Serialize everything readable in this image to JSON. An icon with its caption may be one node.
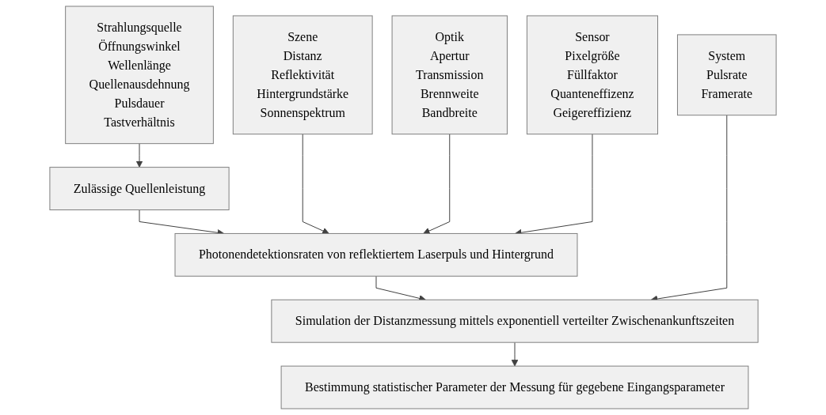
{
  "diagram": {
    "nodes": [
      {
        "text": [
          "Strahlungsquelle",
          "Öffnungswinkel",
          "Wellenlänge",
          "Quellenausdehnung",
          "Pulsdauer",
          "Tastverhältnis"
        ]
      },
      {
        "text": [
          "Zulässige Quellenleistung"
        ]
      },
      {
        "text": [
          "Szene",
          "Distanz",
          "Reflektivität",
          "Hintergrundstärke",
          "Sonnenspektrum"
        ]
      },
      {
        "text": [
          "Optik",
          "Apertur",
          "Transmission",
          "Brennweite",
          "Bandbreite"
        ]
      },
      {
        "text": [
          "Sensor",
          "Pixelgröße",
          "Füllfaktor",
          "Quanteneffizenz",
          "Geigereffizienz"
        ]
      },
      {
        "text": [
          "System",
          "Pulsrate",
          "Framerate"
        ]
      },
      {
        "text": [
          "Photonendetektionsraten von reflektiertem Laserpuls und Hintergrund"
        ]
      },
      {
        "text": [
          "Simulation der Distanzmessung mittels exponentiell verteilter Zwischenankunftszeiten"
        ]
      },
      {
        "text": [
          "Bestimmung statistischer Parameter der Messung für gegebene Eingangsparameter"
        ]
      }
    ],
    "edges": [
      {
        "from": 0,
        "to": 1,
        "arrow": "to"
      },
      {
        "from": 1,
        "to": 6,
        "arrow": "to"
      },
      {
        "from": 2,
        "to": 6,
        "arrow": "to"
      },
      {
        "from": 3,
        "to": 6,
        "arrow": "to"
      },
      {
        "from": 4,
        "to": 6,
        "arrow": "to"
      },
      {
        "from": 6,
        "to": 7,
        "arrow": "to"
      },
      {
        "from": 5,
        "to": 7,
        "arrow": "to"
      },
      {
        "from": 7,
        "to": 8,
        "arrow": "to"
      }
    ]
  }
}
